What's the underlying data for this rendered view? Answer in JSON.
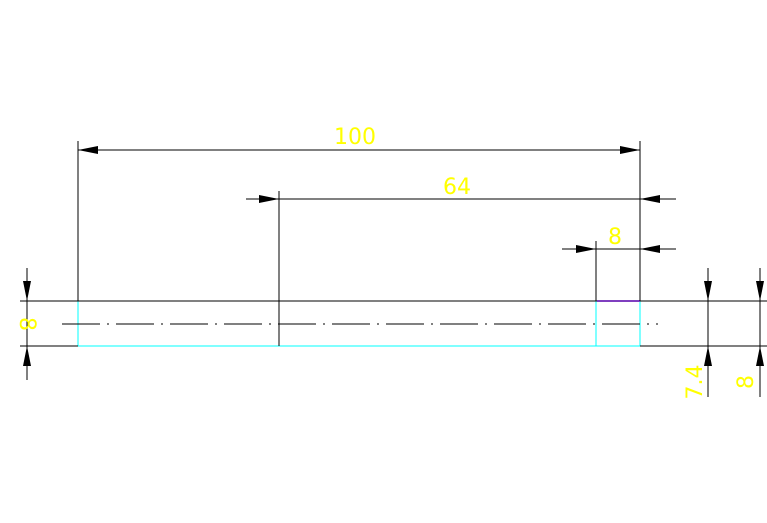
{
  "drawing": {
    "dimensions": {
      "overall_length": "100",
      "right_length": "64",
      "end_length": "8",
      "left_diameter": "8",
      "right_diameter_inner": "7.4",
      "right_diameter_outer": "8"
    }
  },
  "colors": {
    "background": "#ffffff",
    "dimension_text": "#ffff00",
    "part_outline": "#00ffff",
    "dimension_lines": "#000000",
    "accent": "#7f3fbf"
  }
}
